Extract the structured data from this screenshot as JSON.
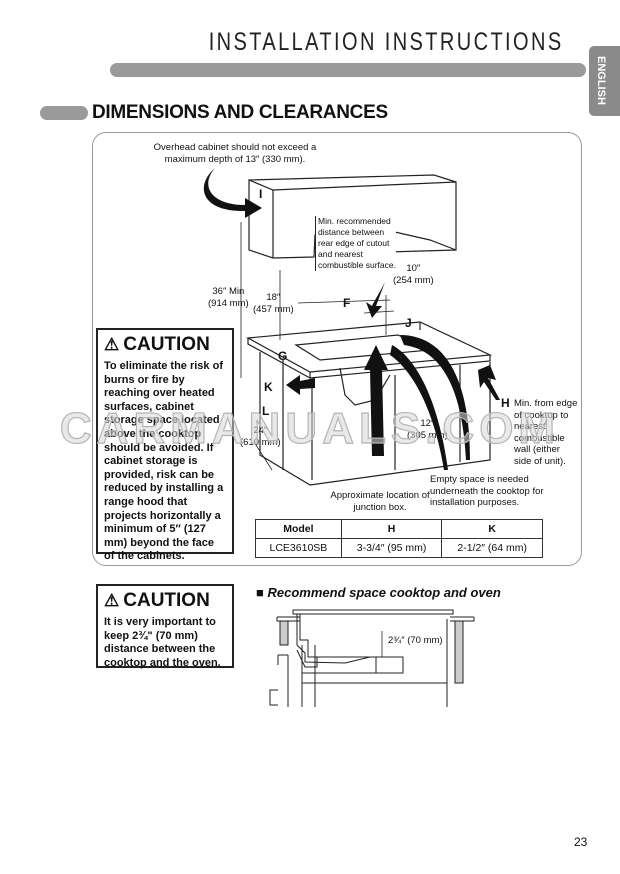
{
  "header": {
    "title": "INSTALLATION INSTRUCTIONS",
    "language_tab": "ENGLISH"
  },
  "section": {
    "title": "DIMENSIONS AND CLEARANCES"
  },
  "diagram": {
    "overhead_note": "Overhead cabinet should not exceed a maximum depth of 13″ (330 mm).",
    "min_distance_note": [
      "Min. recommended",
      "distance between",
      "rear edge of cutout",
      "and nearest",
      "combustible surface."
    ],
    "dim_10": [
      "10″",
      "(254 mm)"
    ],
    "dim_36": [
      "36″ Min",
      "(914 mm)"
    ],
    "dim_18": [
      "18″",
      "(457 mm)"
    ],
    "dim_24": [
      "24″",
      "(610 mm)"
    ],
    "dim_12": [
      "12″",
      "(305 mm)"
    ],
    "labels": {
      "I": "I",
      "F": "F",
      "J": "J",
      "G": "G",
      "K": "K",
      "L": "L",
      "H": "H"
    },
    "h_note": [
      "Min. from edge",
      "of cooktop to",
      "nearest",
      "combustible",
      "wall (either",
      "side of unit)."
    ],
    "empty_space_note": [
      "Empty space is needed",
      "underneath the cooktop for",
      "installation purposes."
    ],
    "junction_note": [
      "Approximate location of",
      "junction box."
    ]
  },
  "table": {
    "headers": [
      "Model",
      "H",
      "K"
    ],
    "rows": [
      [
        "LCE3610SB",
        "3-3/4″ (95 mm)",
        "2-1/2″ (64 mm)"
      ]
    ]
  },
  "caution1": {
    "title": "CAUTION",
    "icon": "warning-triangle-icon",
    "text": "To eliminate the risk of burns or fire by reaching over heated surfaces, cabinet storage space located above the cooktop should be avoided. If cabinet storage is provided, risk can be reduced by installing a range hood that projects horizontally a minimum of 5″ (127 mm) beyond the face of the cabinets."
  },
  "caution2": {
    "title": "CAUTION",
    "icon": "warning-triangle-icon",
    "text": "It is very important to keep 2¾\" (70 mm) distance between the cooktop and the oven."
  },
  "oven_section": {
    "title": "Recommend space cooktop and oven",
    "dimension": "2¾″ (70 mm)"
  },
  "watermark": "CARMANUALS.COM",
  "page_number": "23"
}
